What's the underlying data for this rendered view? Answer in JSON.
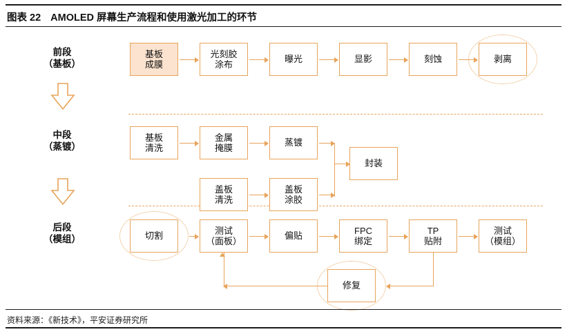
{
  "header": {
    "exhibit_no": "图表 22",
    "title": "AMOLED 屏幕生产流程和使用激光加工的环节"
  },
  "footer": {
    "source": "资料来源：《新技术》，平安证券研究所"
  },
  "colors": {
    "accent": "#e8a35a",
    "fill": "#fbe3cf",
    "text": "#111111",
    "rule": "#1a1a1a"
  },
  "stages": [
    {
      "name": "前段（基板）",
      "line1": "前段",
      "line2": "（基板）"
    },
    {
      "name": "中段（蒸镀）",
      "line1": "中段",
      "line2": "（蒸镀）"
    },
    {
      "name": "后段（模组）",
      "line1": "后段",
      "line2": "（模组）"
    }
  ],
  "front_row": [
    {
      "line1": "基板",
      "line2": "成膜",
      "filled": true
    },
    {
      "line1": "光刻胶",
      "line2": "涂布",
      "filled": false
    },
    {
      "line1": "曝光",
      "line2": "",
      "filled": false
    },
    {
      "line1": "显影",
      "line2": "",
      "filled": false
    },
    {
      "line1": "刻蚀",
      "line2": "",
      "filled": false
    },
    {
      "line1": "剥离",
      "line2": "",
      "filled": false
    }
  ],
  "mid_row_top": [
    {
      "line1": "基板",
      "line2": "清洗"
    },
    {
      "line1": "金属",
      "line2": "掩膜"
    },
    {
      "line1": "蒸镀",
      "line2": ""
    }
  ],
  "mid_row_bottom": [
    {
      "line1": "盖板",
      "line2": "清洗"
    },
    {
      "line1": "盖板",
      "line2": "涂胶"
    }
  ],
  "mid_merge": {
    "line1": "封装",
    "line2": ""
  },
  "back_row": [
    {
      "line1": "切割",
      "line2": ""
    },
    {
      "line1": "测试",
      "line2": "（面板）"
    },
    {
      "line1": "偏贴",
      "line2": ""
    },
    {
      "line1": "FPC",
      "line2": "绑定"
    },
    {
      "line1": "TP",
      "line2": "贴附"
    },
    {
      "line1": "测试",
      "line2": "（模组）"
    }
  ],
  "back_repair": {
    "line1": "修复",
    "line2": ""
  },
  "highlights": [
    {
      "name": "laser-highlight-peel",
      "target": "剥离"
    },
    {
      "name": "laser-highlight-cut",
      "target": "切割"
    },
    {
      "name": "laser-highlight-repair",
      "target": "修复"
    }
  ]
}
